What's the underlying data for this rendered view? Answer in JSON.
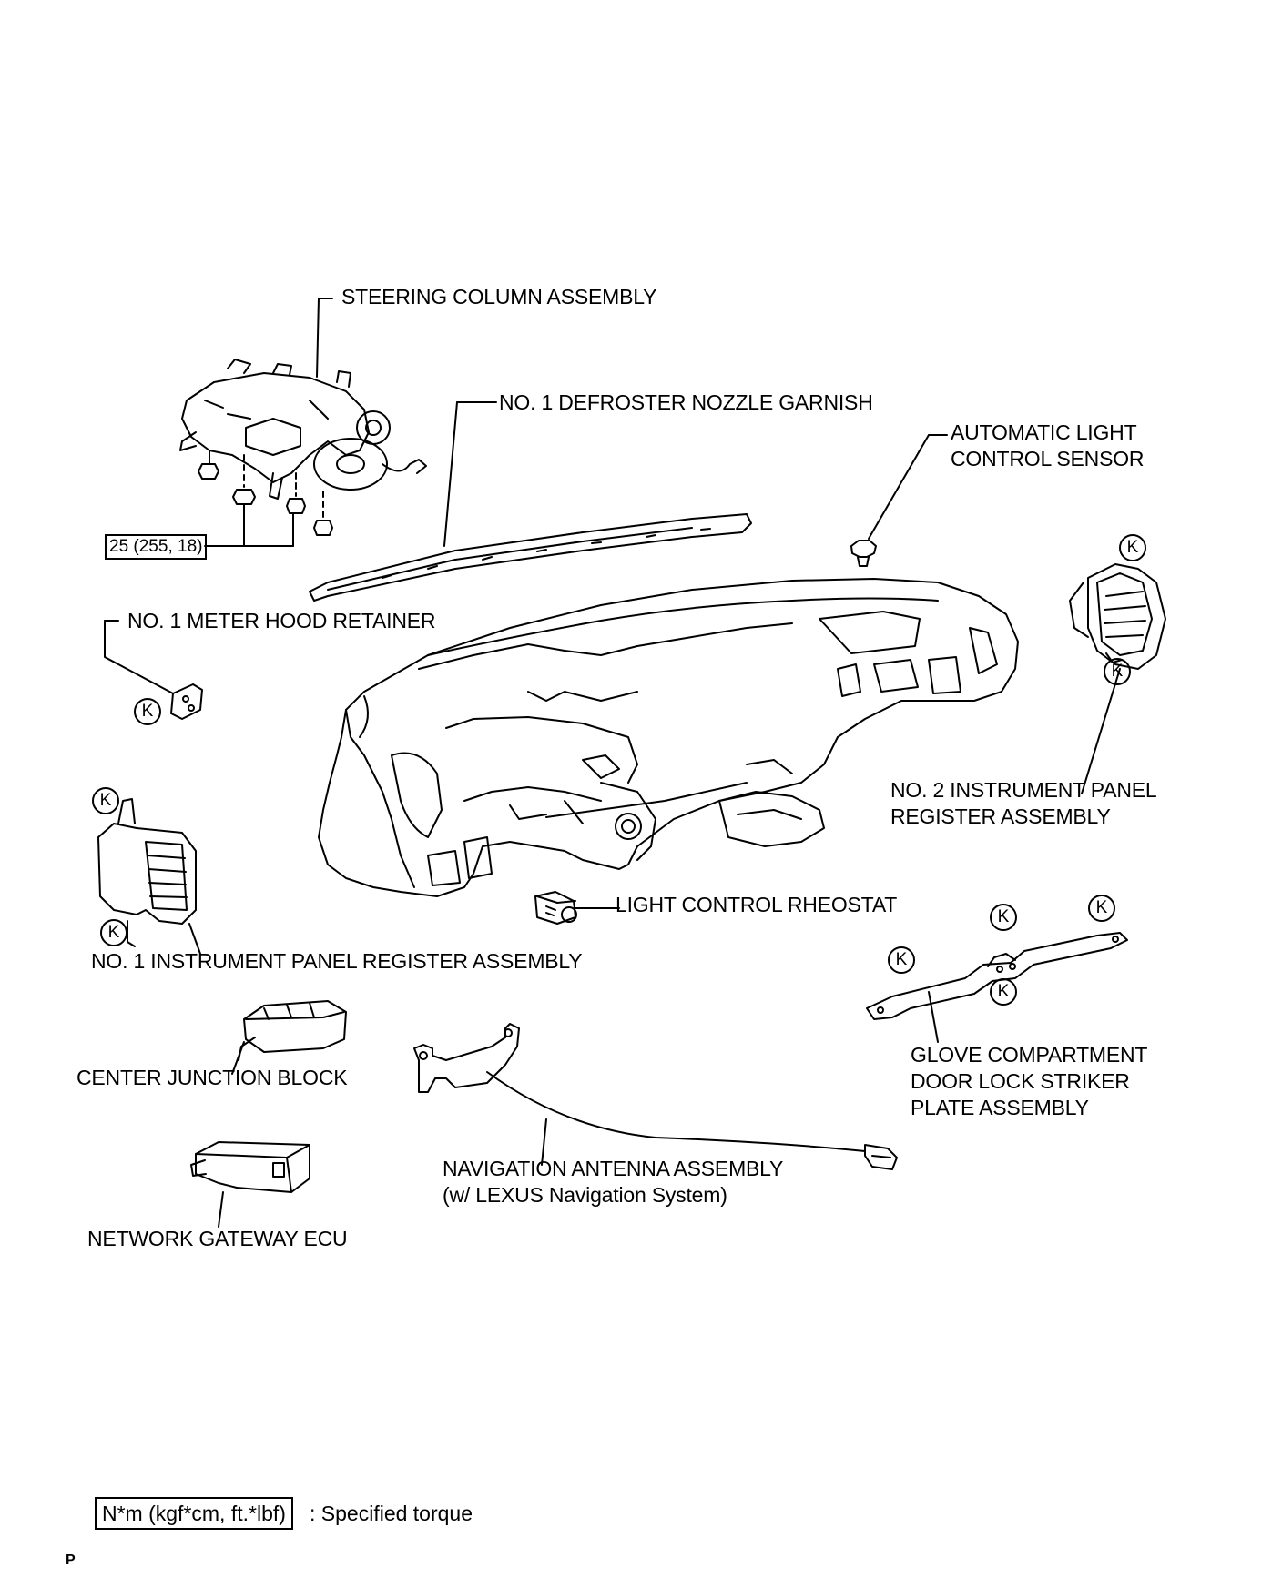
{
  "labels": {
    "steering_column": "STEERING COLUMN ASSEMBLY",
    "defroster_garnish": "NO. 1 DEFROSTER NOZZLE GARNISH",
    "auto_light_sensor_line1": "AUTOMATIC LIGHT",
    "auto_light_sensor_line2": "CONTROL SENSOR",
    "meter_hood_retainer": "NO. 1 METER HOOD RETAINER",
    "register_no2_line1": "NO. 2 INSTRUMENT PANEL",
    "register_no2_line2": "REGISTER ASSEMBLY",
    "light_rheostat": "LIGHT CONTROL RHEOSTAT",
    "register_no1": "NO. 1 INSTRUMENT PANEL REGISTER ASSEMBLY",
    "glove_striker_line1": "GLOVE COMPARTMENT",
    "glove_striker_line2": "DOOR LOCK STRIKER",
    "glove_striker_line3": "PLATE ASSEMBLY",
    "center_junction": "CENTER JUNCTION BLOCK",
    "nav_antenna_line1": "NAVIGATION ANTENNA ASSEMBLY",
    "nav_antenna_line2": "(w/ LEXUS Navigation System)",
    "network_gateway": "NETWORK GATEWAY ECU"
  },
  "torque_value": "25 (255, 18)",
  "clip_symbol": "K",
  "legend": {
    "unit_box": "N*m (kgf*cm, ft.*lbf)",
    "description": ": Specified torque"
  },
  "page_mark": "P"
}
